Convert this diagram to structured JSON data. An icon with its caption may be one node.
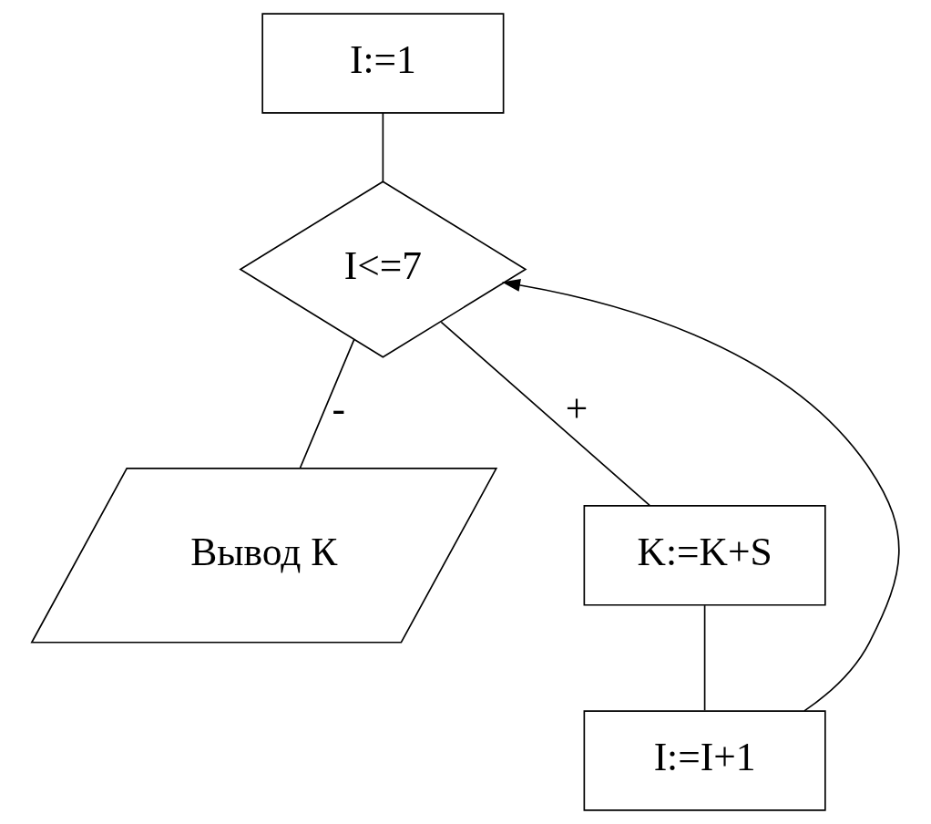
{
  "diagram": {
    "nodes": [
      {
        "text": [
          "I:=1"
        ]
      },
      {
        "text": [
          "I<=7"
        ]
      },
      {
        "text": [
          "Вывод К"
        ]
      },
      {
        "text": [
          "K:=K+S"
        ]
      },
      {
        "text": [
          "I:=I+1"
        ]
      }
    ],
    "edges": [
      {
        "from": 0,
        "to": 1,
        "arrow": "none"
      },
      {
        "from": 1,
        "to": 2,
        "arrow": "none",
        "label": "-"
      },
      {
        "from": 1,
        "to": 3,
        "arrow": "none",
        "label": "+"
      },
      {
        "from": 3,
        "to": 4,
        "arrow": "none"
      },
      {
        "from": 4,
        "to": 1,
        "arrow": "to"
      }
    ]
  }
}
